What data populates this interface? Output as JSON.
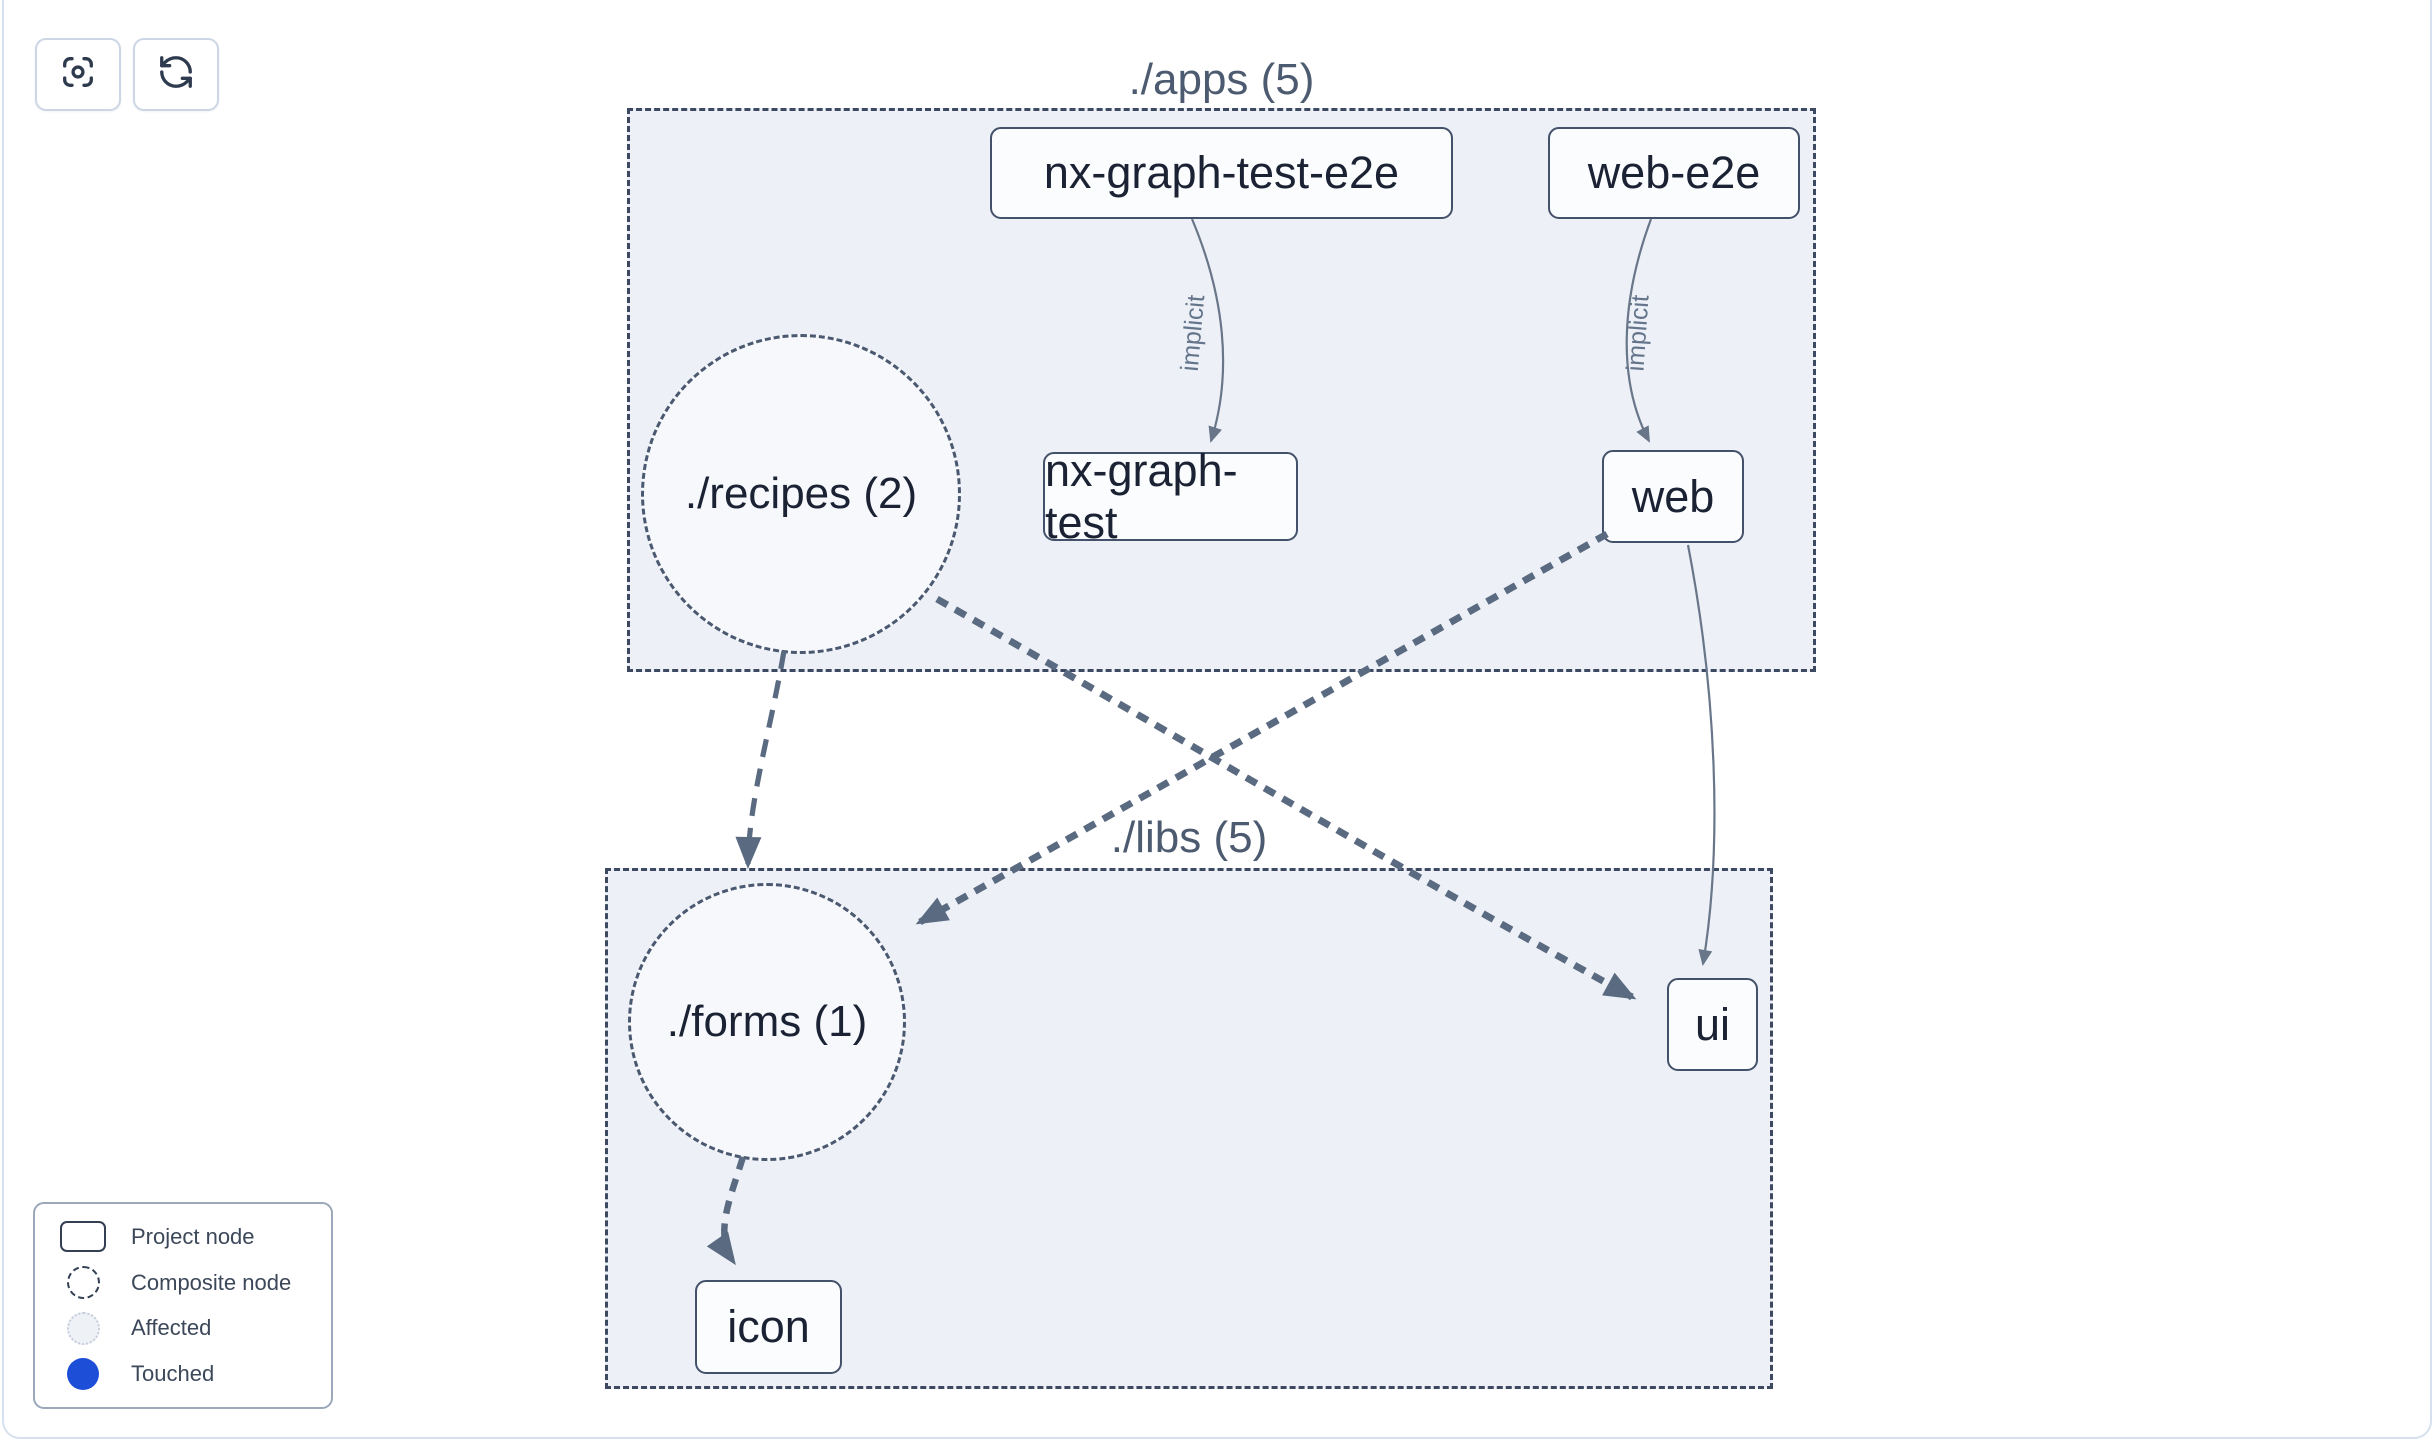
{
  "toolbar": {
    "buttons": [
      {
        "name": "zoom-to-fit",
        "icon": "focus-target-icon"
      },
      {
        "name": "refresh",
        "icon": "refresh-icon"
      }
    ]
  },
  "graph": {
    "groups": [
      {
        "label": "./apps (5)"
      },
      {
        "label": "./libs (5)"
      }
    ],
    "composites": [
      {
        "label": "./recipes (2)",
        "group": "./apps (5)"
      },
      {
        "label": "./forms (1)",
        "group": "./libs (5)"
      }
    ],
    "nodes": [
      {
        "label": "nx-graph-test-e2e",
        "group": "./apps (5)"
      },
      {
        "label": "web-e2e",
        "group": "./apps (5)"
      },
      {
        "label": "nx-graph-test",
        "group": "./apps (5)"
      },
      {
        "label": "web",
        "group": "./apps (5)"
      },
      {
        "label": "ui",
        "group": "./libs (5)"
      },
      {
        "label": "icon",
        "group": "./libs (5)"
      }
    ],
    "edges": [
      {
        "from": "nx-graph-test-e2e",
        "to": "nx-graph-test",
        "label": "implicit",
        "style": "solid-thin"
      },
      {
        "from": "web-e2e",
        "to": "web",
        "label": "implicit",
        "style": "solid-thin"
      },
      {
        "from": "./recipes (2)",
        "to": "./forms (1)",
        "label": "",
        "style": "dashed"
      },
      {
        "from": "./recipes (2)",
        "to": "ui",
        "label": "",
        "style": "dashed-thick"
      },
      {
        "from": "web",
        "to": "./forms (1)",
        "label": "",
        "style": "dashed-thick"
      },
      {
        "from": "web",
        "to": "ui",
        "label": "",
        "style": "solid-thin"
      },
      {
        "from": "./forms (1)",
        "to": "icon",
        "label": "",
        "style": "dashed"
      }
    ]
  },
  "legend": {
    "items": [
      {
        "label": "Project node",
        "swatch": "project-node-outline"
      },
      {
        "label": "Composite node",
        "swatch": "dashed-circle-outline"
      },
      {
        "label": "Affected",
        "swatch": "light-dotted-circle"
      },
      {
        "label": "Touched",
        "swatch": "blue-filled-circle"
      }
    ]
  },
  "colors": {
    "touched_blue": "#1d4ed8",
    "affected_fill": "#eef1f6",
    "group_fill": "#edf1f7",
    "edge": "#5a6a81",
    "implicit_edge": "#697689",
    "node_border": "#44516a",
    "canvas_border": "#d6e0ee"
  }
}
